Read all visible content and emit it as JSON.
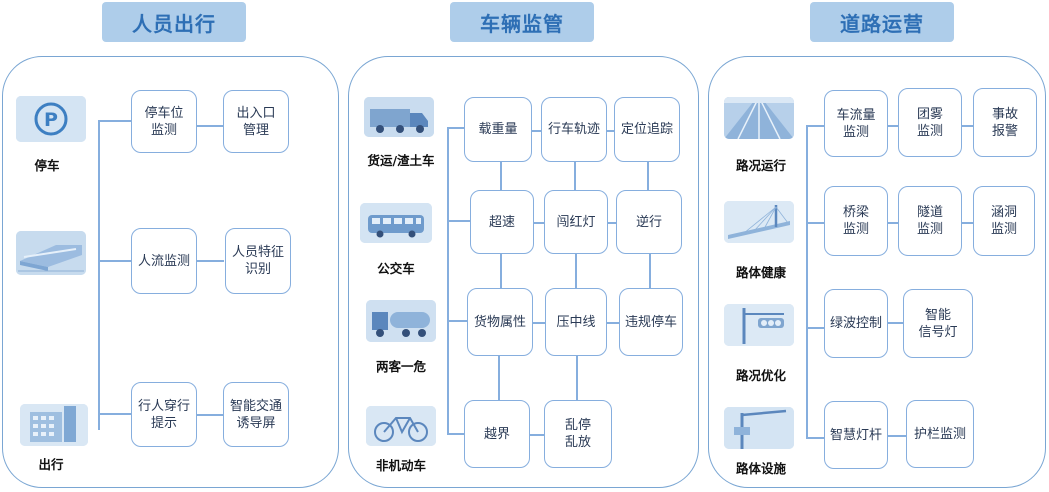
{
  "sections": {
    "people": {
      "title": "人员出行",
      "categories": [
        "停车",
        "",
        "出行"
      ],
      "boxes": [
        "停车位\n监测",
        "出入口\n管理",
        "人流监测",
        "人员特征\n识别",
        "行人穿行\n提示",
        "智能交通\n诱导屏"
      ]
    },
    "vehicle": {
      "title": "车辆监管",
      "categories": [
        "货运/渣土车",
        "公交车",
        "两客一危",
        "非机动车"
      ],
      "boxes": [
        "载重量",
        "行车轨迹",
        "定位追踪",
        "超速",
        "闯红灯",
        "逆行",
        "货物属性",
        "压中线",
        "违规停车",
        "越界",
        "乱停\n乱放"
      ]
    },
    "road": {
      "title": "道路运营",
      "categories": [
        "路况运行",
        "路体健康",
        "路况优化",
        "路体设施"
      ],
      "boxes": [
        "车流量\n监测",
        "团雾\n监测",
        "事故\n报警",
        "桥梁\n监测",
        "隧道\n监测",
        "涵洞\n监测",
        "绿波控制",
        "智能\n信号灯",
        "智慧灯杆",
        "护栏监测"
      ]
    }
  },
  "icons": {
    "people": [
      "parking-icon",
      "train-icon",
      "building-icon"
    ],
    "vehicle": [
      "truck-icon",
      "bus-icon",
      "tanker-icon",
      "bicycle-icon"
    ],
    "road": [
      "highway-icon",
      "bridge-icon",
      "traffic-light-icon",
      "street-lamp-icon"
    ]
  },
  "colors": {
    "header_bg": "#aecdea",
    "header_text": "#2e6fb5",
    "border": "#86aede"
  }
}
